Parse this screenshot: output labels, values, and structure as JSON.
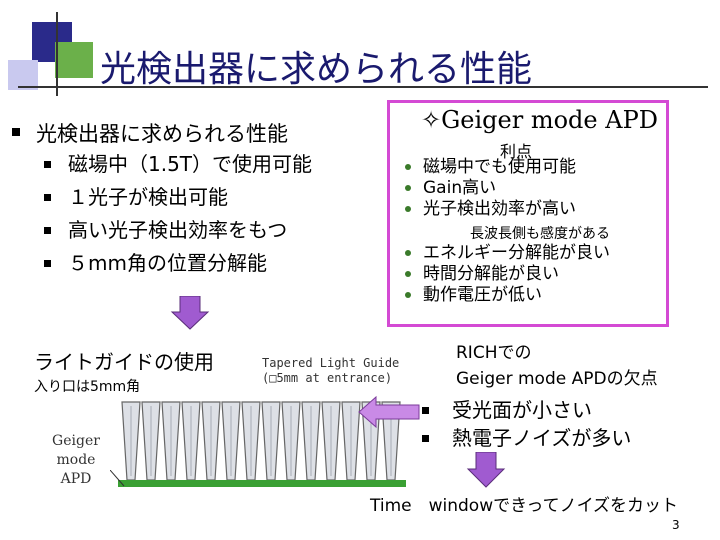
{
  "slide": {
    "title": "光検出器に求められる性能",
    "page_number": "3"
  },
  "left_panel": {
    "heading": "光検出器に求められる性能",
    "items": [
      "磁場中（1.5T）で使用可能",
      "１光子が検出可能",
      "高い光子検出効率をもつ",
      "５mm角の位置分解能"
    ]
  },
  "apd_box": {
    "title": "✧Geiger mode APD",
    "advantages_heading": "利点",
    "advantages_a": [
      "磁場中でも使用可能",
      "Gain高い",
      "光子検出効率が高い"
    ],
    "note": "長波長側も感度がある",
    "advantages_b": [
      "エネルギー分解能が良い",
      "時間分解能が良い",
      "動作電圧が低い"
    ],
    "border_color": "#d44ad4"
  },
  "light_guide": {
    "heading": "ライトガイドの使用",
    "sub": "入り口は5mm角",
    "image_caption": "Tapered Light Guide\n(□5mm at entrance)",
    "apd_label_line1": "Geiger mode",
    "apd_label_line2": "APD"
  },
  "disadvantages": {
    "heading_line1": "RICHでの",
    "heading_line2": "Geiger mode APDの欠点",
    "items": [
      "受光面が小さい",
      "熱電子ノイズが多い"
    ]
  },
  "time_window": {
    "text": "Time　windowできってノイズをカット"
  },
  "colors": {
    "title": "#1a1a6e",
    "arrow": "#a05bd0",
    "green": "#3a7a2a"
  }
}
